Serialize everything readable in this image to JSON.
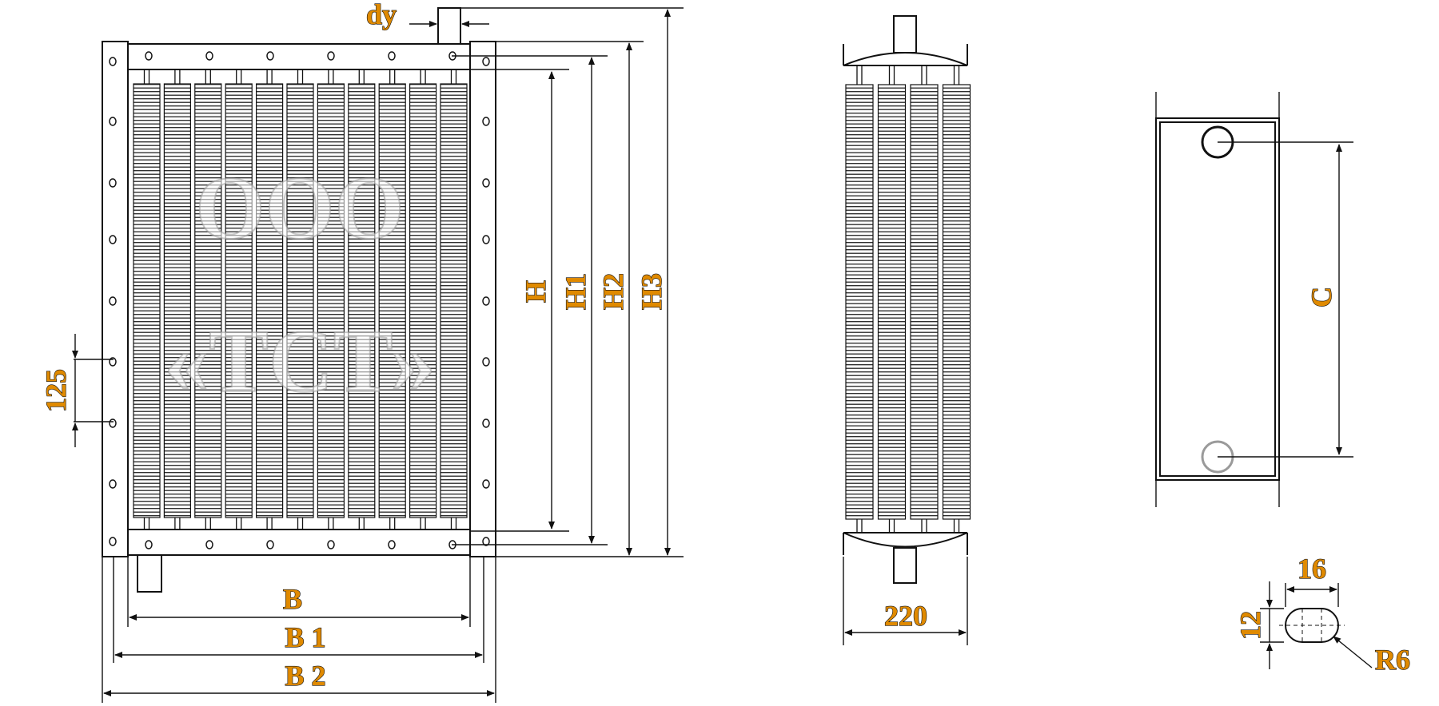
{
  "labels": {
    "dy": "dy",
    "H": "H",
    "H1": "H1",
    "H2": "H2",
    "H3": "H3",
    "pitch": "125",
    "B": "B",
    "B1": "B 1",
    "B2": "B 2",
    "depth": "220",
    "C": "C",
    "slot_width": "16",
    "slot_height": "12",
    "radius": "R6"
  },
  "watermark": {
    "line1": "OOO",
    "line2": "«ТСТ»"
  },
  "front_view": {
    "fin_tube_count": 11,
    "side_hole_count": 9,
    "top_hole_count": 6
  },
  "side_view": {
    "fin_tube_count": 4
  },
  "colors": {
    "label_fill": "#e08a00",
    "line": "#111111",
    "lower_port": "#9a9a9a"
  }
}
